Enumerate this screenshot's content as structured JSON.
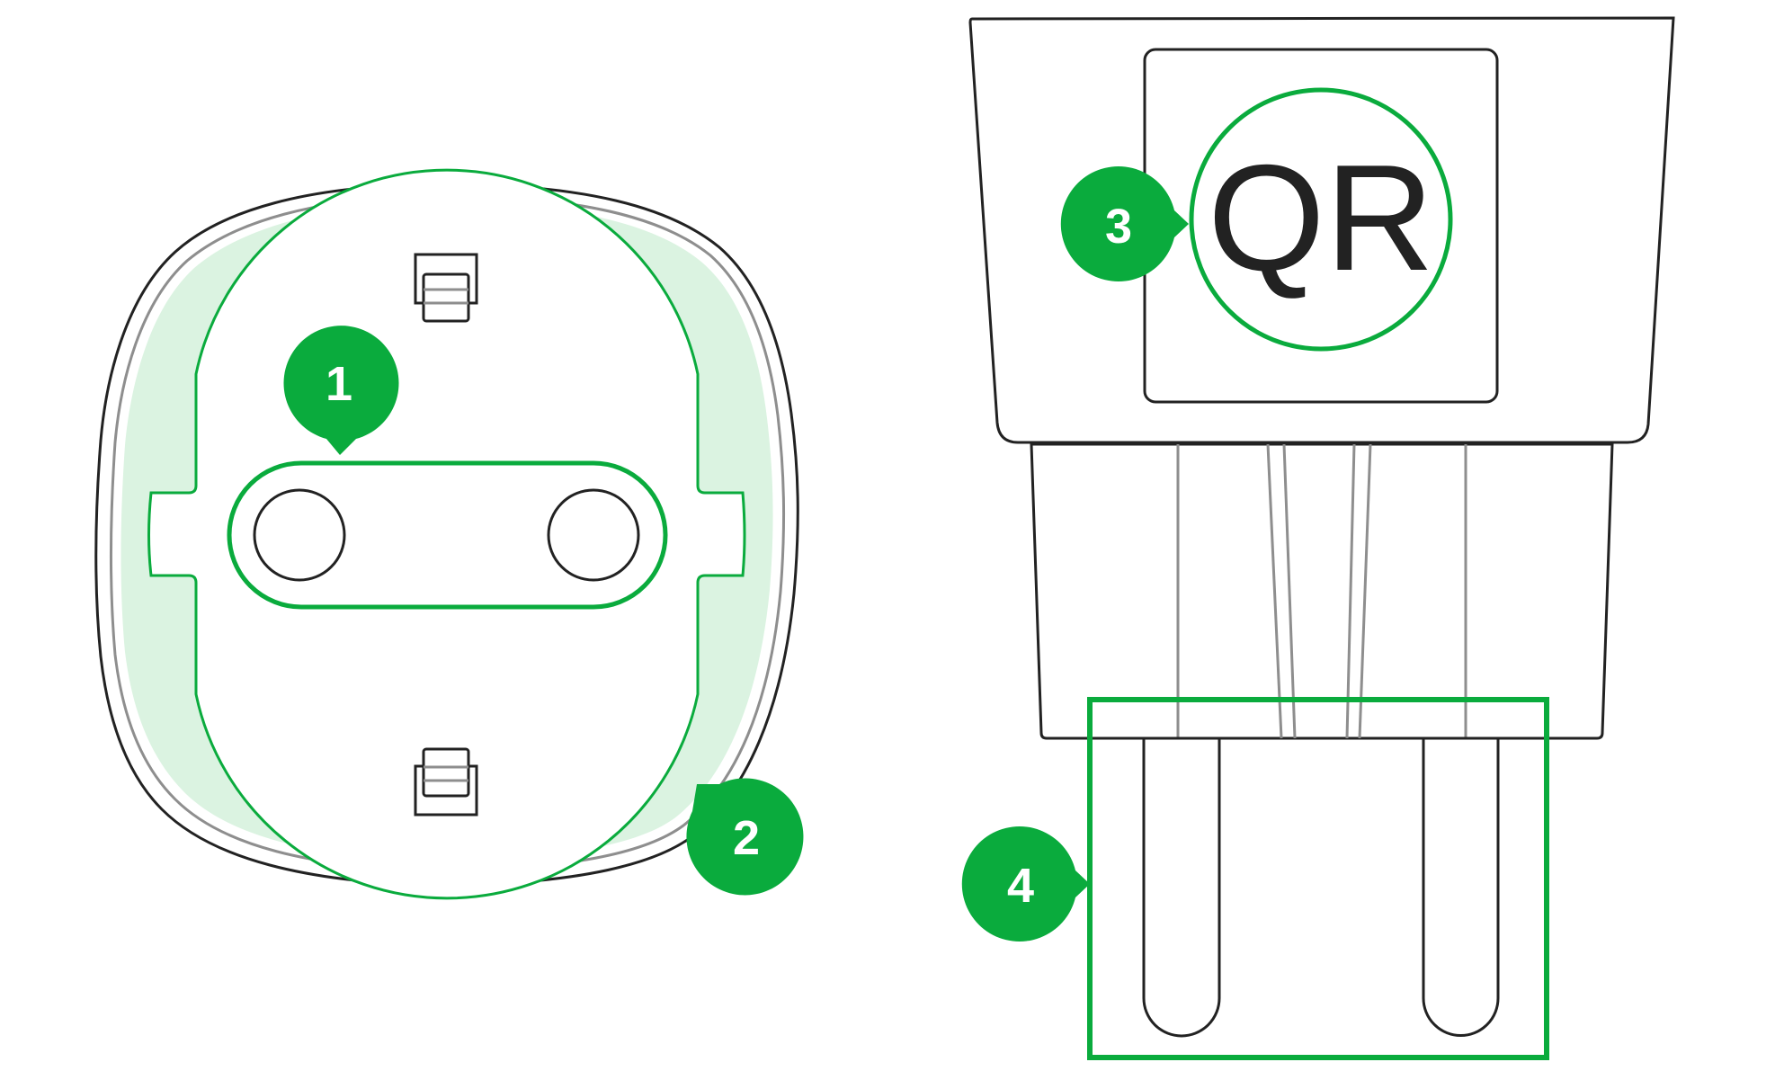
{
  "colors": {
    "accent": "#0aab3d",
    "accent_fill": "#dbf3e1",
    "stroke": "#222222",
    "stroke_light": "#8e8e8e"
  },
  "callouts": [
    {
      "number": "1"
    },
    {
      "number": "2"
    },
    {
      "number": "3"
    },
    {
      "number": "4"
    }
  ],
  "qr_label": "QR"
}
